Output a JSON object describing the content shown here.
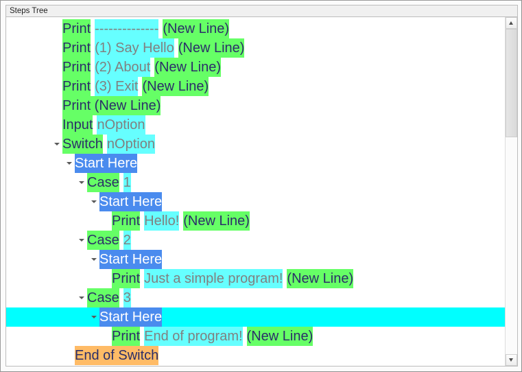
{
  "window": {
    "panel_title": "Steps Tree"
  },
  "colors": {
    "keyword_bg": "#66ff66",
    "keyword_fg": "#2b2e68",
    "argument_bg": "#66ffff",
    "argument_fg": "#808080",
    "start_bg": "#4a8bee",
    "start_fg": "#ffffff",
    "end_bg": "#ffbb66",
    "end_fg": "#2b2e68",
    "selection_bg": "#00ffff",
    "panel_bg": "#ffffff"
  },
  "scrollbar": {
    "up_arrow": "scroll-up-arrow-icon",
    "down_arrow": "scroll-down-arrow-icon",
    "thumb": "scrollbar-thumb"
  },
  "tree": {
    "rows": [
      {
        "indent": 4,
        "twisty": false,
        "selected": false,
        "tokens": [
          {
            "kind": "kw",
            "text": "Print"
          },
          {
            "kind": "arg",
            "text": "--------------"
          },
          {
            "kind": "kw",
            "text": "(New Line)"
          }
        ]
      },
      {
        "indent": 4,
        "twisty": false,
        "selected": false,
        "tokens": [
          {
            "kind": "kw",
            "text": "Print"
          },
          {
            "kind": "arg",
            "text": "(1) Say Hello"
          },
          {
            "kind": "kw",
            "text": "(New Line)"
          }
        ]
      },
      {
        "indent": 4,
        "twisty": false,
        "selected": false,
        "tokens": [
          {
            "kind": "kw",
            "text": "Print"
          },
          {
            "kind": "arg",
            "text": "(2) About"
          },
          {
            "kind": "kw",
            "text": "(New Line)"
          }
        ]
      },
      {
        "indent": 4,
        "twisty": false,
        "selected": false,
        "tokens": [
          {
            "kind": "kw",
            "text": "Print"
          },
          {
            "kind": "arg",
            "text": "(3) Exit"
          },
          {
            "kind": "kw",
            "text": "(New Line)"
          }
        ]
      },
      {
        "indent": 4,
        "twisty": false,
        "selected": false,
        "tokens": [
          {
            "kind": "kw",
            "text": "Print (New Line)"
          }
        ]
      },
      {
        "indent": 4,
        "twisty": false,
        "selected": false,
        "tokens": [
          {
            "kind": "kw",
            "text": "Input"
          },
          {
            "kind": "arg",
            "text": "nOption"
          }
        ]
      },
      {
        "indent": 4,
        "twisty": true,
        "selected": false,
        "tokens": [
          {
            "kind": "kw",
            "text": "Switch"
          },
          {
            "kind": "arg",
            "text": "nOption"
          }
        ]
      },
      {
        "indent": 5,
        "twisty": true,
        "selected": false,
        "tokens": [
          {
            "kind": "start",
            "text": "Start Here"
          }
        ]
      },
      {
        "indent": 6,
        "twisty": true,
        "selected": false,
        "tokens": [
          {
            "kind": "kw",
            "text": "Case"
          },
          {
            "kind": "arg",
            "text": "1"
          }
        ]
      },
      {
        "indent": 7,
        "twisty": true,
        "selected": false,
        "tokens": [
          {
            "kind": "start",
            "text": "Start Here"
          }
        ]
      },
      {
        "indent": 8,
        "twisty": false,
        "selected": false,
        "tokens": [
          {
            "kind": "kw",
            "text": "Print"
          },
          {
            "kind": "arg",
            "text": "Hello!"
          },
          {
            "kind": "kw",
            "text": "(New Line)"
          }
        ]
      },
      {
        "indent": 6,
        "twisty": true,
        "selected": false,
        "tokens": [
          {
            "kind": "kw",
            "text": "Case"
          },
          {
            "kind": "arg",
            "text": "2"
          }
        ]
      },
      {
        "indent": 7,
        "twisty": true,
        "selected": false,
        "tokens": [
          {
            "kind": "start",
            "text": "Start Here"
          }
        ]
      },
      {
        "indent": 8,
        "twisty": false,
        "selected": false,
        "tokens": [
          {
            "kind": "kw",
            "text": "Print"
          },
          {
            "kind": "arg",
            "text": "Just a simple program!"
          },
          {
            "kind": "kw",
            "text": "(New Line)"
          }
        ]
      },
      {
        "indent": 6,
        "twisty": true,
        "selected": false,
        "tokens": [
          {
            "kind": "kw",
            "text": "Case"
          },
          {
            "kind": "arg",
            "text": "3"
          }
        ]
      },
      {
        "indent": 7,
        "twisty": true,
        "selected": true,
        "tokens": [
          {
            "kind": "start",
            "text": "Start Here"
          }
        ]
      },
      {
        "indent": 8,
        "twisty": false,
        "selected": false,
        "tokens": [
          {
            "kind": "kw",
            "text": "Print"
          },
          {
            "kind": "arg",
            "text": "End of program!"
          },
          {
            "kind": "kw",
            "text": "(New Line)"
          }
        ]
      },
      {
        "indent": 5,
        "twisty": false,
        "selected": false,
        "tokens": [
          {
            "kind": "end",
            "text": "End of Switch"
          }
        ]
      }
    ]
  }
}
